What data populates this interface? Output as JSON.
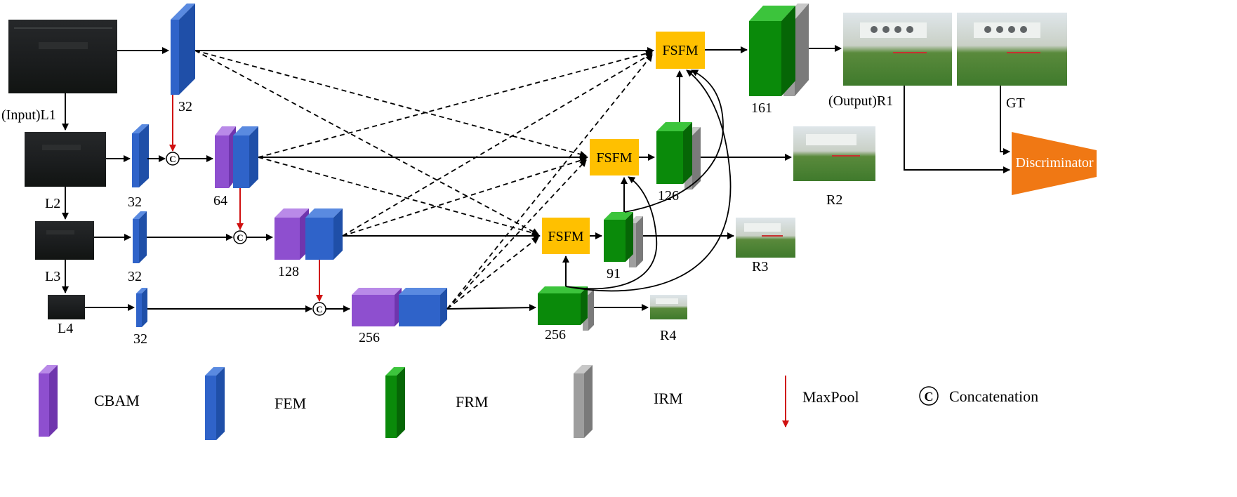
{
  "colors": {
    "cbam": "#8e4fcf",
    "fem": "#2f63c9",
    "frm": "#0a8a0a",
    "irm": "#9e9e9e",
    "fsfm": "#ffc000",
    "discriminator": "#f07814",
    "maxpool": "#d01010"
  },
  "inputs": {
    "l1": "(Input)L1",
    "l2": "L2",
    "l3": "L3",
    "l4": "L4"
  },
  "channels": {
    "fem_l1": "32",
    "fem_l2": "32",
    "fem_l3": "32",
    "fem_l4": "32",
    "block_64": "64",
    "block_128": "128",
    "block_256": "256",
    "frm_256": "256",
    "frm_91": "91",
    "frm_126": "126",
    "frm_161": "161"
  },
  "modules": {
    "fsfm": "FSFM",
    "discriminator": "Discriminator",
    "concat_symbol": "C"
  },
  "outputs": {
    "r1": "(Output)R1",
    "gt": "GT",
    "r2": "R2",
    "r3": "R3",
    "r4": "R4"
  },
  "legend": {
    "cbam": "CBAM",
    "fem": "FEM",
    "frm": "FRM",
    "irm": "IRM",
    "maxpool": "MaxPool",
    "concatenation": "Concatenation"
  }
}
